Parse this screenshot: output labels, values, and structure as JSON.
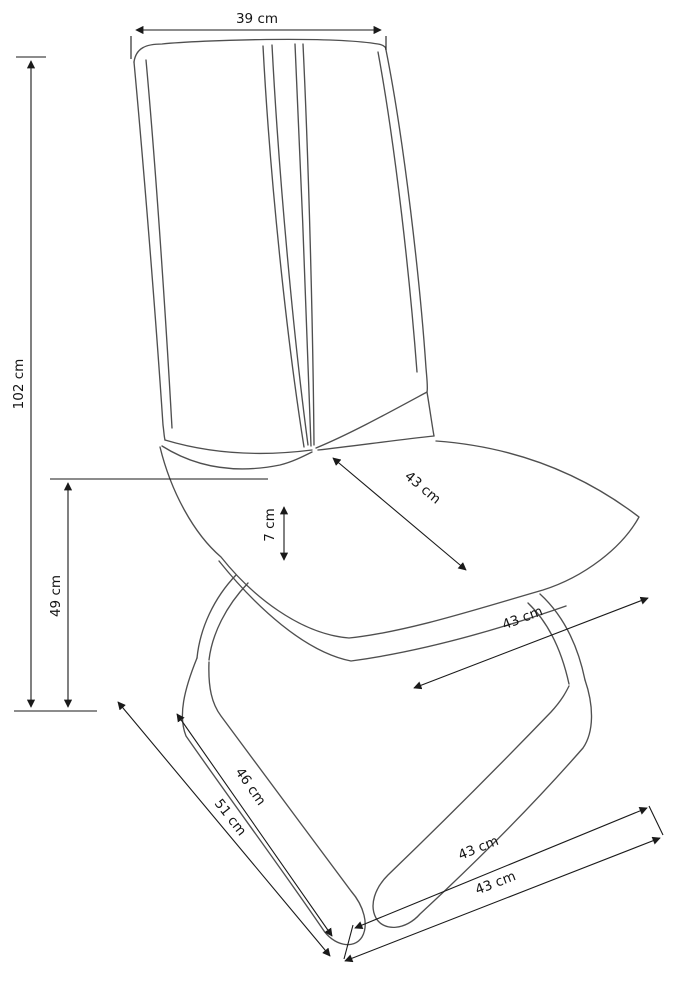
{
  "diagram": {
    "labels": {
      "backrest_width": "39 cm",
      "total_height": "102 cm",
      "seat_height": "49 cm",
      "cushion_thickness": "7 cm",
      "seat_depth": "43 cm",
      "seat_width": "43 cm",
      "base_length_inner": "46 cm",
      "base_length_outer": "51 cm",
      "base_width_upper": "43 cm",
      "base_width_lower": "43 cm"
    },
    "colors": {
      "background": "#ffffff",
      "drawing_line": "#4f4f4f",
      "dimension_line": "#1a1a1a",
      "text": "#141414"
    }
  }
}
